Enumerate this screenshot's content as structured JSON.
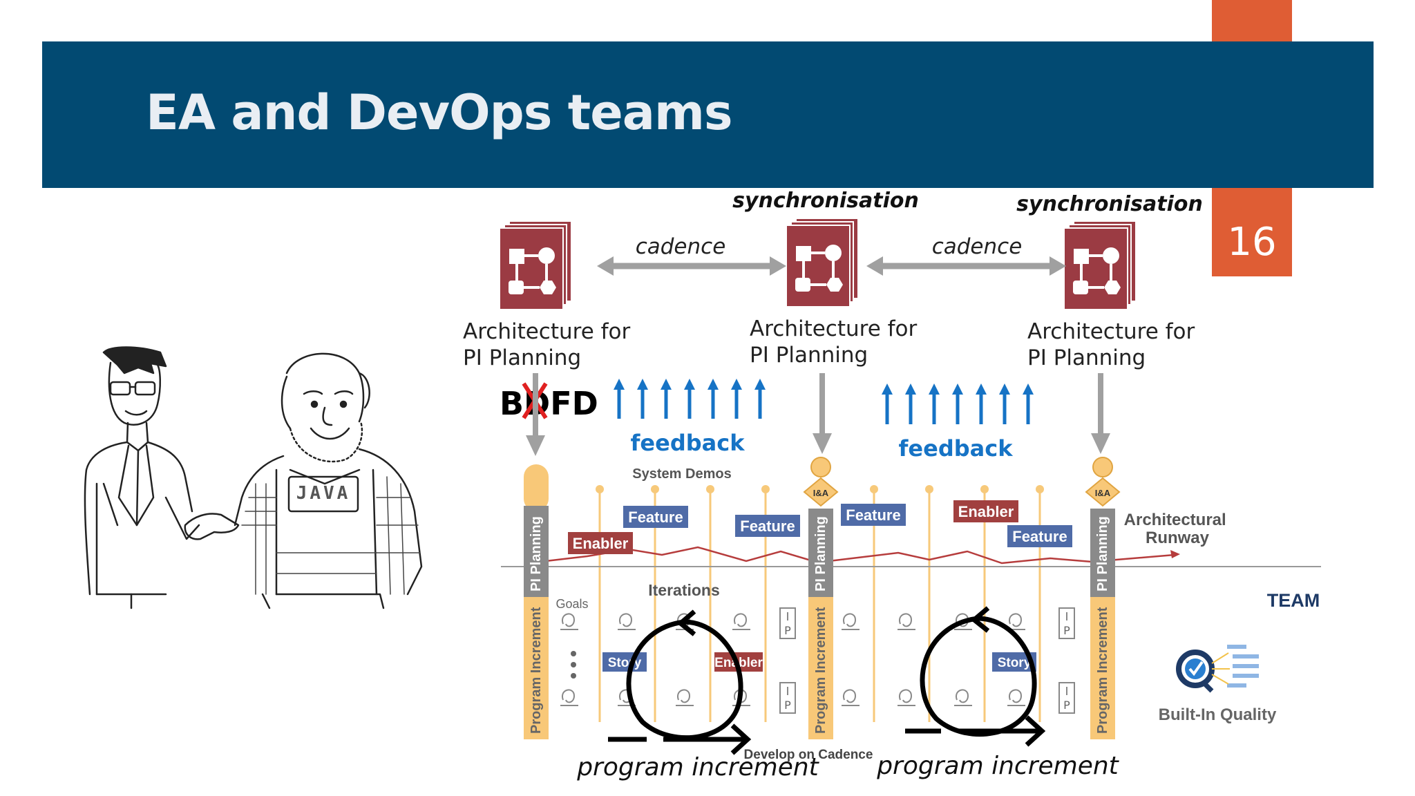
{
  "slide": {
    "title": "EA and DevOps teams",
    "page_number": "16"
  },
  "diagram": {
    "sync_label": "synchronisation",
    "cadence_label": "cadence",
    "arch_line1": "Architecture for",
    "arch_line2": "PI Planning",
    "bdfd_label": "BDFD",
    "feedback_label": "feedback",
    "system_demos": "System Demos",
    "pi_planning": "PI Planning",
    "program_increment": "Program Increment",
    "ia_label": "I&A",
    "feature": "Feature",
    "enabler": "Enabler",
    "story": "Story",
    "iterations": "Iterations",
    "goals": "Goals",
    "p_label": "P",
    "architectural_runway_1": "Architectural",
    "architectural_runway_2": "Runway",
    "team": "TEAM",
    "built_in_quality": "Built-In Quality",
    "develop_on_cadence": "Develop on Cadence",
    "program_increment_caption": "program increment",
    "people_image": "cartoon of architect and developer (JAVA shirt) shaking hands"
  },
  "colors": {
    "title_bar": "#024a72",
    "accent_orange": "#df5d34",
    "arch_icon": "#9b3b43",
    "feedback_blue": "#1673c5",
    "feature_blue": "#4f6ba7",
    "enabler_red": "#a1403f",
    "planning_gray": "#8a8a8a",
    "increment_yellow": "#f8c878"
  }
}
